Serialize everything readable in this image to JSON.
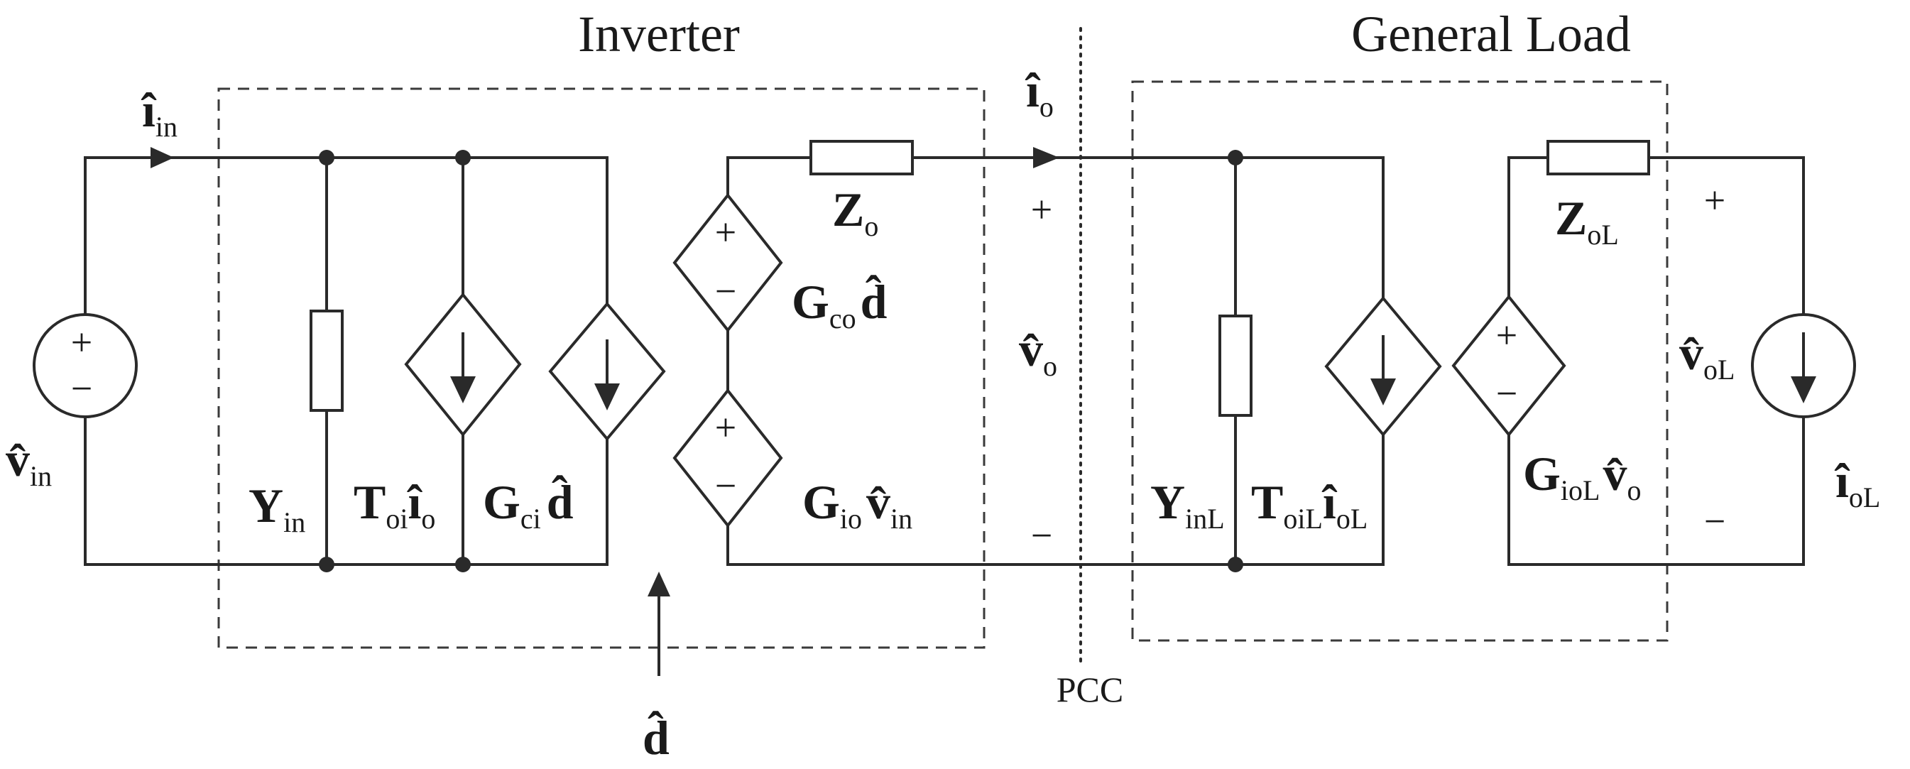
{
  "titles": {
    "inverter": "Inverter",
    "load": "General Load"
  },
  "pcc_label": "PCC",
  "labels": {
    "i_in": {
      "base": "î",
      "sub": "in"
    },
    "v_in": {
      "base": "v̂",
      "sub": "in"
    },
    "Y_in": {
      "base": "Y",
      "sub": "in"
    },
    "T_oi": {
      "base": "T",
      "sub": "oi",
      "tail_base": "î",
      "tail_sub": "o"
    },
    "G_ci": {
      "base": "G",
      "sub": "ci",
      "tail_base": "d̂"
    },
    "Z_o": {
      "base": "Z",
      "sub": "o"
    },
    "G_co": {
      "base": "G",
      "sub": "co",
      "tail_base": "d̂"
    },
    "G_io": {
      "base": "G",
      "sub": "io",
      "tail_base": "v̂",
      "tail_sub": "in"
    },
    "d": {
      "base": "d̂"
    },
    "i_o": {
      "base": "î",
      "sub": "o"
    },
    "v_o": {
      "base": "v̂",
      "sub": "o"
    },
    "Y_inL": {
      "base": "Y",
      "sub": "inL"
    },
    "T_oiL": {
      "base": "T",
      "sub": "oiL",
      "tail_base": "î",
      "tail_sub": "oL"
    },
    "Z_oL": {
      "base": "Z",
      "sub": "oL"
    },
    "G_ioL": {
      "base": "G",
      "sub": "ioL",
      "tail_base": "v̂",
      "tail_sub": "o"
    },
    "v_oL": {
      "base": "v̂",
      "sub": "oL"
    },
    "i_oL": {
      "base": "î",
      "sub": "oL"
    }
  },
  "signs": {
    "plus": "+",
    "minus": "−"
  }
}
